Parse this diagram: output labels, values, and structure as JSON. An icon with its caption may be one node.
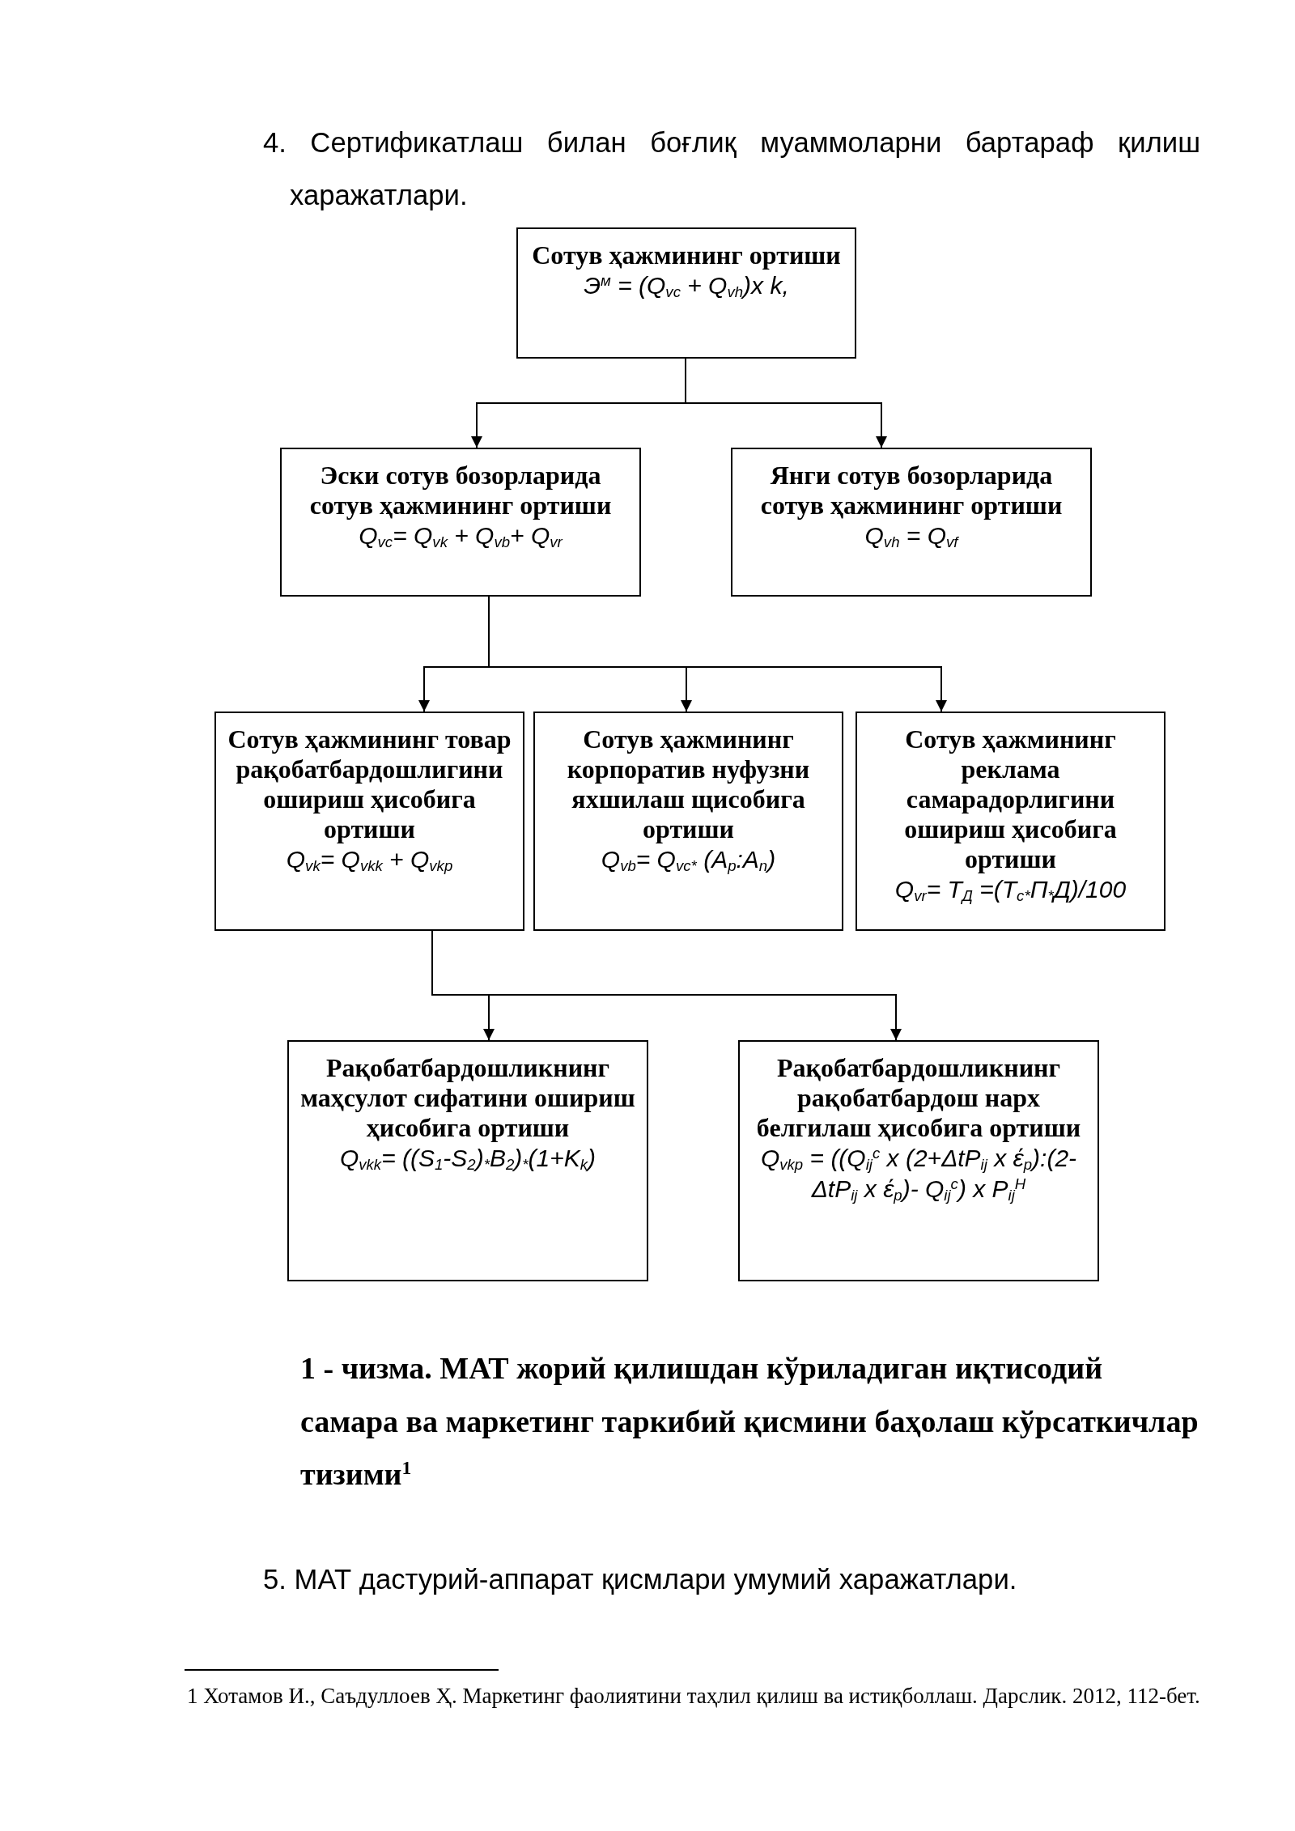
{
  "diagram": {
    "caption": "1 - чизма. МАТ жорий қилишдан кўриладиган иқтисодий самара ва маркетинг таркибий қисмини баҳолаш кўрсаткичлар тизими$^{1}$",
    "nodes": [
      {
        "text": [
          "Сотув ҳажмининг ортиши",
          "Э$^{м}$ = (Q$_{vc}$ + Q$_{vh}$)x k,"
        ]
      },
      {
        "text": [
          "Эски сотув бозорларида сотув ҳажмининг ортиши",
          "Q$_{vc}$= Q$_{vk}$ + Q$_{vb}$+ Q$_{vr}$"
        ]
      },
      {
        "text": [
          "Янги сотув бозорларида сотув ҳажмининг ортиши",
          "Q$_{vh}$ = Q$_{vf}$"
        ]
      },
      {
        "text": [
          "Сотув ҳажмининг товар рақобатбардошлигини ошириш ҳисобига ортиши",
          "Q$_{vk}$= Q$_{vkk}$ + Q$_{vkp}$"
        ]
      },
      {
        "text": [
          "Сотув ҳажмининг корпоратив нуфузни яхшилаш щисобига ортиши",
          "Q$_{vb}$= Q$_{vc*}$ (A$_{p}$:A$_{n}$)"
        ]
      },
      {
        "text": [
          "Сотув ҳажмининг реклама самарадорлигини ошириш ҳисобига ортиши",
          "Q$_{vr}$= Т$_{Д}$ =(Т$_{с*}$П$_{*}$Д)/100"
        ]
      },
      {
        "text": [
          "Рақобатбардошликнинг маҳсулот сифатини ошириш ҳисобига ортиши",
          "Q$_{vkk}$= ((S$_{1}$-S$_{2}$)$_{*}$B$_{2}$)$_{*}$(1+K$_{k}$)"
        ]
      },
      {
        "text": [
          "Рақобатбардошликнинг рақобатбардош нарх белгилаш ҳисобига ортиши",
          "Q$_{vkp}$ = ((Q$_{ij}$$^{c}$ x (2+ΔtP$_{ij}$ x έ$_{p}$):(2-ΔtP$_{ij}$ x έ$_{p}$)- Q$_{ij}$$^{c}$) x P$_{ij}$$^{H}$"
        ]
      }
    ],
    "edges": [
      {
        "from": 0,
        "to": 1,
        "arrow": "to"
      },
      {
        "from": 0,
        "to": 2,
        "arrow": "to"
      },
      {
        "from": 1,
        "to": 3,
        "arrow": "to"
      },
      {
        "from": 1,
        "to": 4,
        "arrow": "to"
      },
      {
        "from": 1,
        "to": 5,
        "arrow": "to"
      },
      {
        "from": 3,
        "to": 6,
        "arrow": "to"
      },
      {
        "from": 3,
        "to": 7,
        "arrow": "to"
      }
    ],
    "labels": [
      "4. Сертификатлаш билан боғлиқ муаммоларни бартараф қилиш харажатлари.",
      "5. МАТ дастурий-аппарат қисмлари умумий харажатлари.",
      "1 Хотамов И., Саъдуллоев Ҳ. Маркетинг фаолиятини таҳлил қилиш ва истиқболлаш. Дарслик. 2012, 112-бет."
    ]
  }
}
